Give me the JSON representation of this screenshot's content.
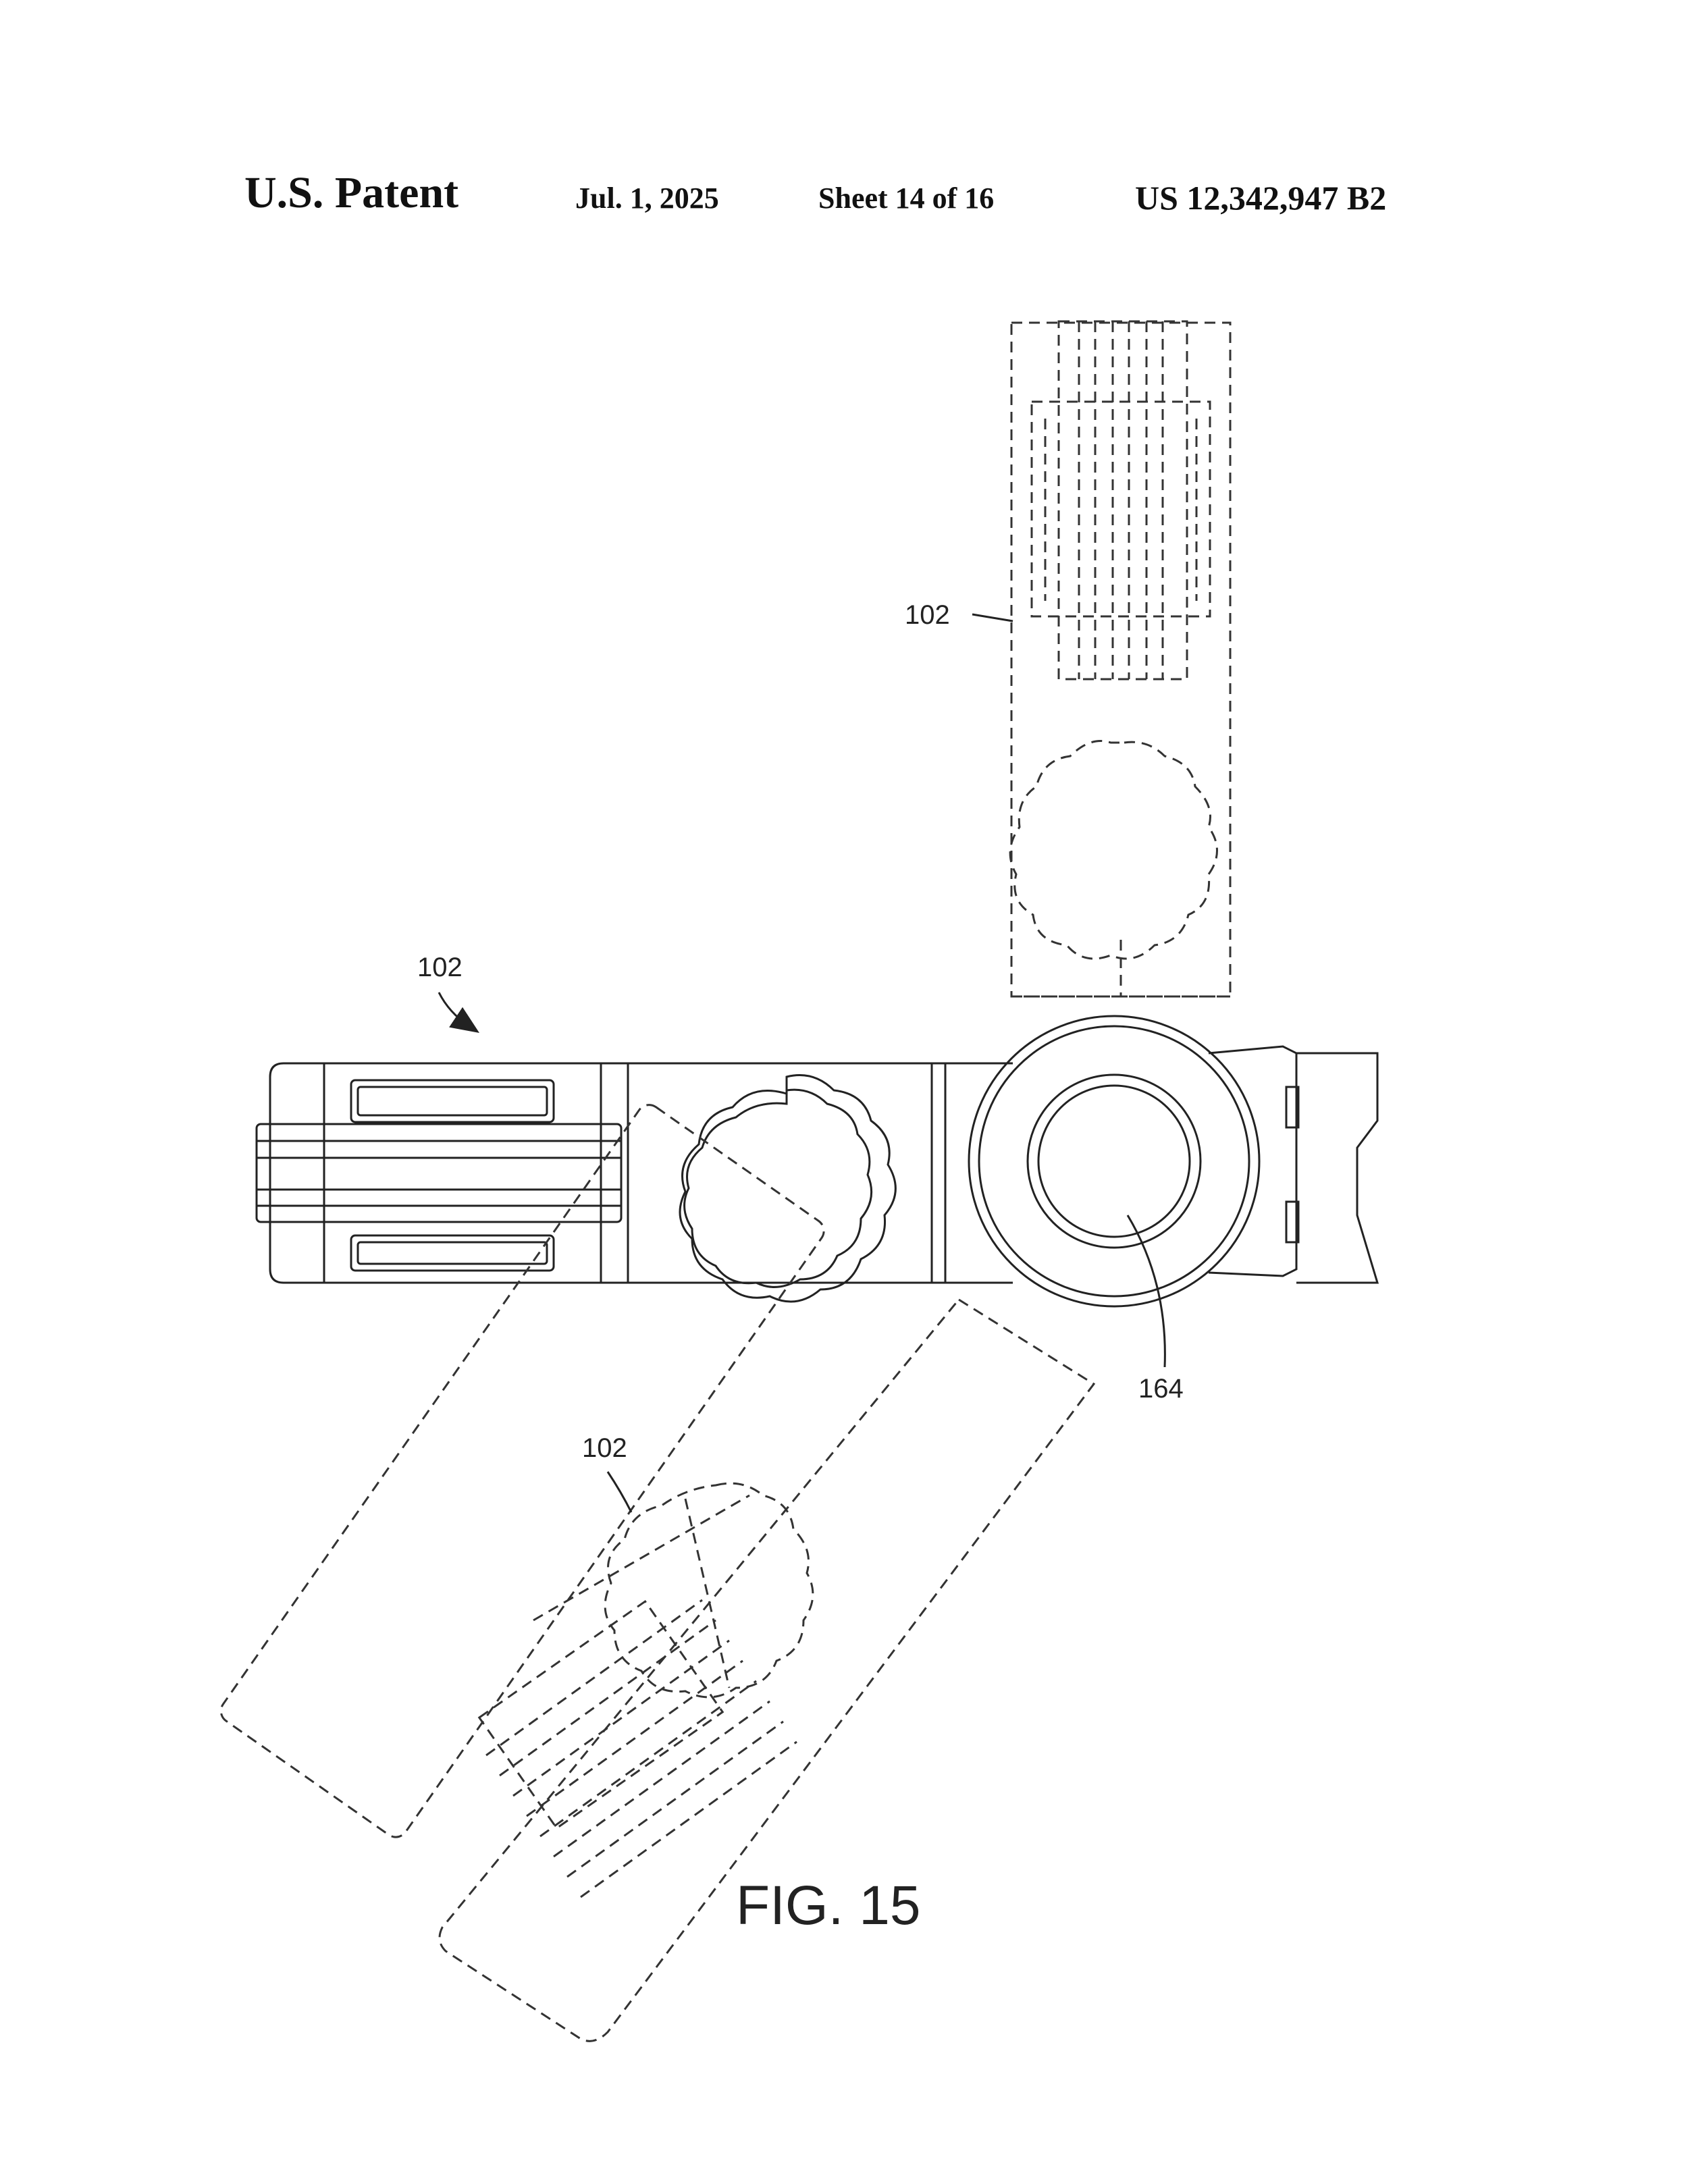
{
  "header": {
    "left": "U.S. Patent",
    "date": "Jul. 1, 2025",
    "sheet": "Sheet 14 of 16",
    "number": "US 12,342,947 B2"
  },
  "references": {
    "upper_handle": "102",
    "main_handle": "102",
    "angled_handle": "102",
    "pivot": "164"
  },
  "figure": {
    "caption": "FIG. 15"
  }
}
